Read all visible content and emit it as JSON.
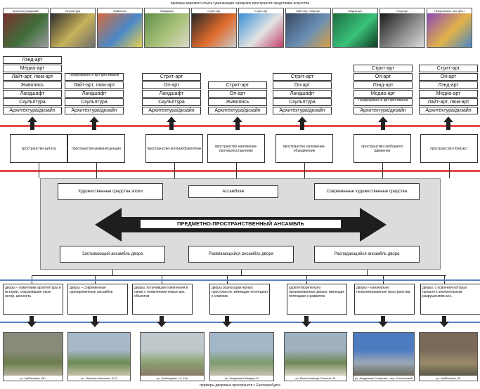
{
  "top_title": "примеры мирового опыта гуманизации городских пространств средствами искусства",
  "bottom_title": "примеры дворовых пространств г. Екатеринбурга",
  "top_photos": [
    {
      "label": "Архитектура/дизайн",
      "colors": [
        "#7a2f2f",
        "#3f6e3a",
        "#9a9a9a"
      ]
    },
    {
      "label": "Скульптура",
      "colors": [
        "#2c2c2c",
        "#c8b25a",
        "#6d6d6d"
      ]
    },
    {
      "label": "Живопись",
      "colors": [
        "#d96b3b",
        "#4a88c7",
        "#e7d14e"
      ]
    },
    {
      "label": "Ландшафт",
      "colors": [
        "#5f8d4a",
        "#a9c27a",
        "#dcd8c9"
      ]
    },
    {
      "label": "Стрит-арт",
      "colors": [
        "#262626",
        "#e06b2c",
        "#c9c9c9"
      ]
    },
    {
      "label": "Стрит-арт",
      "colors": [
        "#3a8fd6",
        "#e3e3e3",
        "#c23f6b"
      ]
    },
    {
      "label": "Лайт-арт, лэнд-арт",
      "colors": [
        "#39475f",
        "#6a8fb5",
        "#d8a046"
      ]
    },
    {
      "label": "Медиа-арт",
      "colors": [
        "#1d6b3f",
        "#3bc27a",
        "#0d3b22"
      ]
    },
    {
      "label": "Лэнд-арт",
      "colors": [
        "#1a1a1a",
        "#8a8a8a",
        "#dcdcdc"
      ]
    },
    {
      "label": "Перформанс, арт-фест",
      "colors": [
        "#8a4ab5",
        "#e2b34a",
        "#4a86c5"
      ]
    }
  ],
  "art_columns": [
    {
      "items": [
        "Лэнд-арт",
        "Медиа-арт",
        "Лайт-арт, люм-арт",
        "Живопись",
        "Ландшафт",
        "Скульптура",
        "Архитектура/дизайн"
      ]
    },
    {
      "items": [
        "Перформанс и арт фестивали",
        "Лайт-арт, люм-арт",
        "Ландшафт",
        "Скульптура",
        "Архитектура/дизайн"
      ]
    },
    {
      "items": [
        "Стрит-арт",
        "Оп-арт",
        "Ландшафт",
        "Скульптура",
        "Архитектура/дизайн"
      ]
    },
    {
      "items": [
        "Стрит-арт",
        "Оп-арт",
        "Живопись",
        "Архитектура/дизайн"
      ]
    },
    {
      "items": [
        "Стрит-арт",
        "Оп-арт",
        "Ландшафт",
        "Скульптура",
        "Архитектура/дизайн"
      ]
    },
    {
      "items": [
        "Стрит-арт",
        "Оп-арт",
        "Лэнд-арт",
        "Медиа-арт",
        "Перформанс и арт фестивали",
        "Архитектура/дизайн"
      ]
    },
    {
      "items": [
        "Стрит-арт",
        "Оп-арт",
        "Лэнд-арт",
        "Медиа-арт",
        "Лайт-арт, люм-арт",
        "Архитектура/дизайн"
      ]
    }
  ],
  "spaces": [
    "пространство-цитата",
    "пространство-реминисценция",
    "пространство-коллаж/бриколлаж",
    "пространство наложение-противопоставление",
    "пространство наложение-объединение",
    "пространство свободного движения",
    "пространство полиэкст"
  ],
  "center": {
    "art_means": "Художественные средства эпохи",
    "assemblage": "Ассамбляж",
    "modern_means": "Современные художественные средства",
    "ensemble": "ПРЕДМЕТНО-ПРОСТРАНСТВЕННЫЙ АНСАМБЛЬ",
    "frozen": "Застывающий ансамбль двора",
    "developing": "Развивающийся ансамбль двора",
    "decaying": "Распадающийся ансамбль двора"
  },
  "yard_types": [
    "дворы – памятники архитектуры и истории, сохранившие свою истор. ценность",
    "дворы – современные одновременные ансамбли",
    "дворы, получившие изменения в связи с появлением новых арх. объектов",
    "дворы разнохарактерных пространств, имеющие потенциал к слиянию",
    "удовлетворительно организованные дворы, имеющие потенциал к развитию",
    "дворы – изначально неорганизованные пространства",
    "дворы, с освоения которых прошло к значительным разрушениям анс."
  ],
  "bottom_photos": [
    {
      "label": "ул. Куйбышева, 48 г",
      "colors": [
        "#8a8a7a",
        "#6a7d4a",
        "#b9b3a3"
      ]
    },
    {
      "label": "ул. Николая Никонова, 6-10",
      "colors": [
        "#a7b8c9",
        "#6b8b52",
        "#c9c1a8"
      ]
    },
    {
      "label": "ул. Грибоедова, 19, 19а",
      "colors": [
        "#bfc9cc",
        "#8aa070",
        "#8a7a6a"
      ]
    },
    {
      "label": "ул. Академика Шварца,14",
      "colors": [
        "#a4b7c8",
        "#7d9a6a",
        "#c9c0b0"
      ]
    },
    {
      "label": "ул. Вильгельма де Геннина, 31",
      "colors": [
        "#9fb0be",
        "#6f8a55",
        "#d8d3c6"
      ]
    },
    {
      "label": "ул. Академика Сахарова - пер. Косыгинский",
      "colors": [
        "#4d7bc0",
        "#9aa8b5",
        "#6a6a5a"
      ]
    },
    {
      "label": "ул. Куйбышева, 40",
      "colors": [
        "#7a6a5a",
        "#9a8a6a",
        "#5a5a4a"
      ]
    }
  ],
  "colors": {
    "red_line": "#e44b4b",
    "blue_line": "#5a7ec8",
    "panel": "#dcdcdc"
  }
}
